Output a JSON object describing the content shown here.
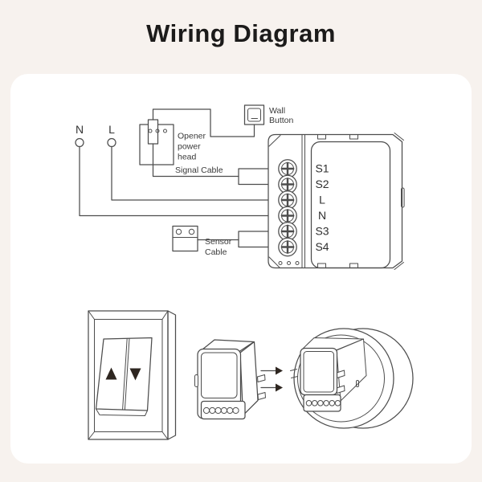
{
  "page": {
    "title": "Wiring Diagram",
    "colors": {
      "background": "#f7f2ee",
      "panel": "#ffffff",
      "line": "#4d4d4d",
      "text": "#3a3a3a",
      "arrow_fill": "#2e2620"
    }
  },
  "schematic": {
    "neutral_label": "N",
    "live_label": "L",
    "opener_label": {
      "line1": "Opener",
      "line2": "power",
      "line3": "head"
    },
    "wall_button_label": {
      "line1": "Wall",
      "line2": "Button"
    },
    "signal_cable_label": "Signal Cable",
    "sensor_cable_label": {
      "line1": "Sensor",
      "line2": "Cable"
    },
    "module_terminals": [
      "S1",
      "S2",
      "L",
      "N",
      "S3",
      "S4"
    ]
  }
}
